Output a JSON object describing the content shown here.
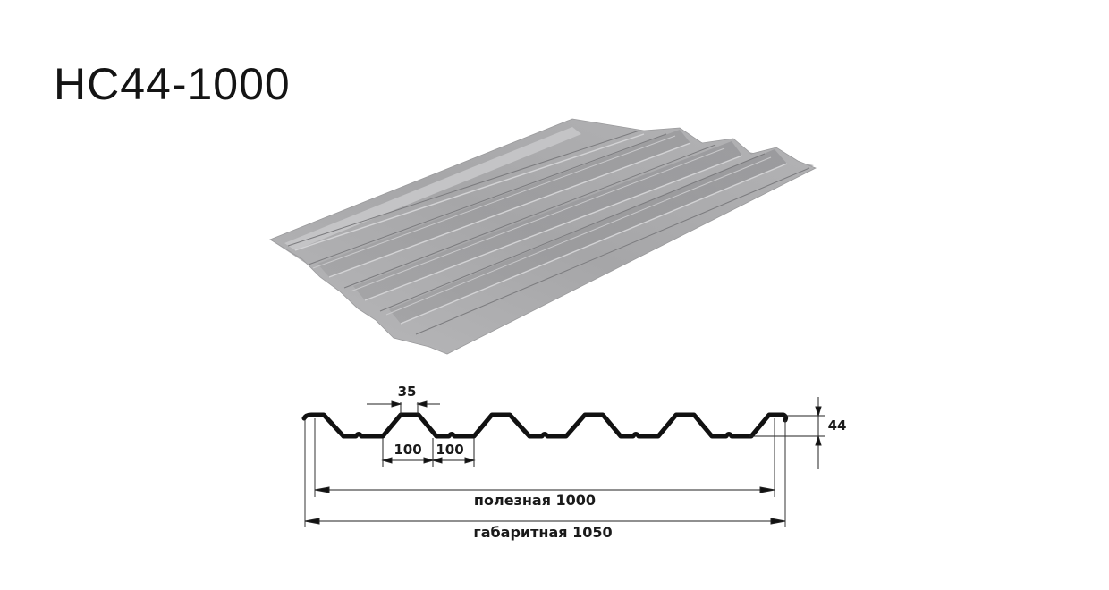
{
  "title": "НС44-1000",
  "product_image": {
    "description": "3D render of trapezoidal corrugated steel sheet",
    "color": "#a9a9ab"
  },
  "profile_drawing": {
    "dimensions": {
      "crest_width": "35",
      "trough_left": "100",
      "trough_right": "100",
      "height": "44",
      "useful_width_label": "полезная 1000",
      "overall_width_label": "габаритная 1050"
    },
    "line_color": "#111111"
  }
}
